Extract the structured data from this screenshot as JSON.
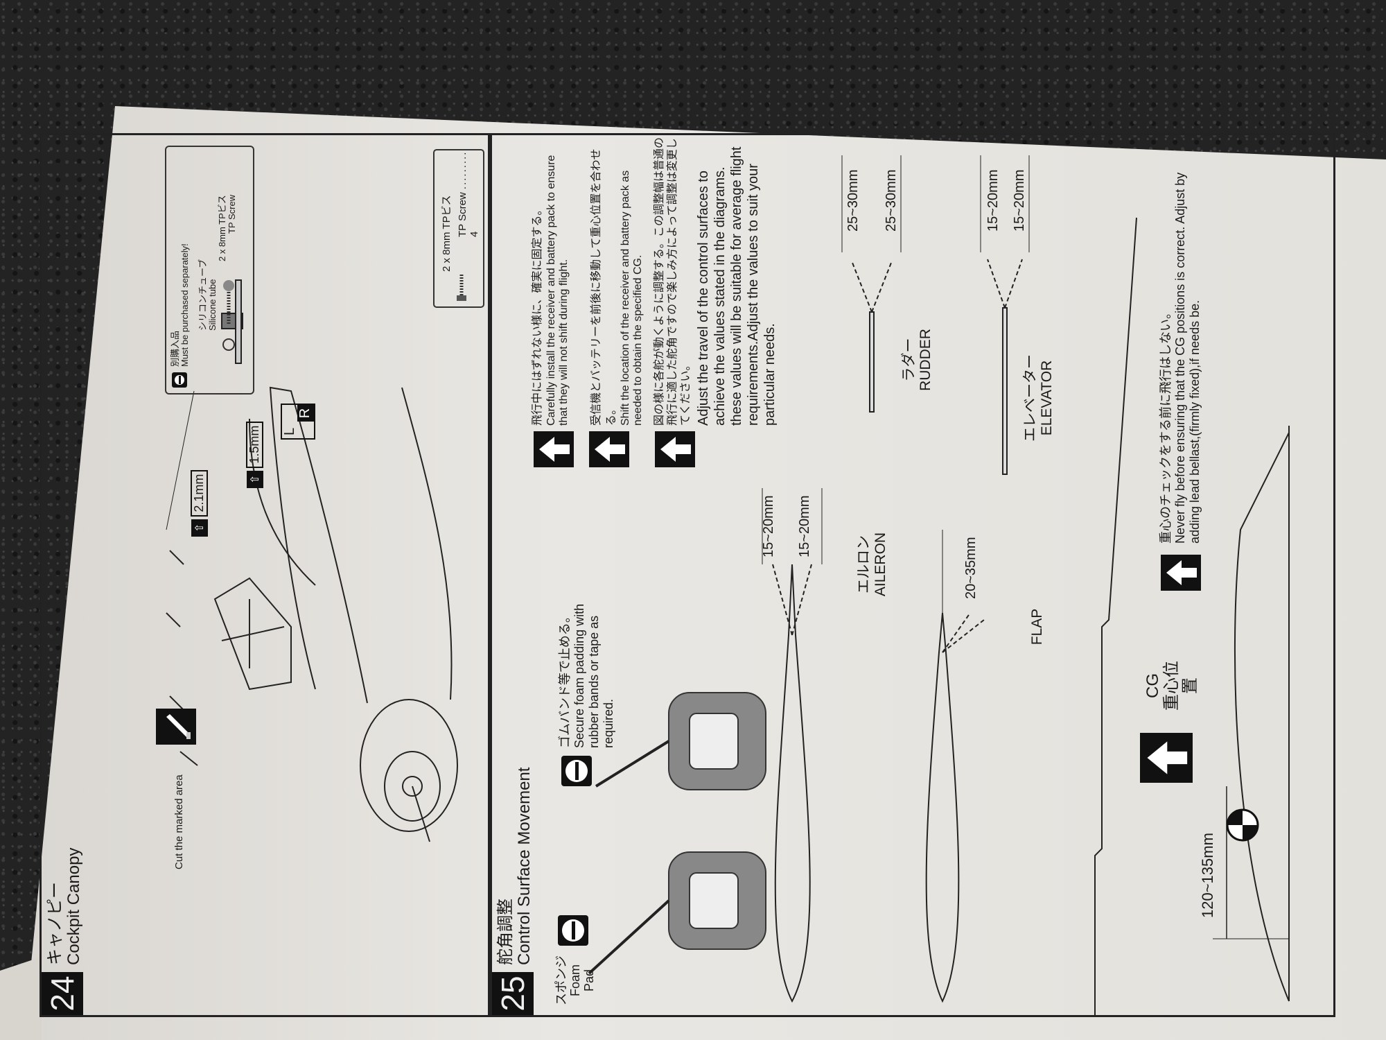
{
  "section24": {
    "number": "24",
    "title_jp": "キャノピー",
    "title_en": "Cockpit Canopy",
    "cut_label": "Cut the marked area",
    "dim_a": "2.1mm",
    "dim_b": "1.5mm",
    "lr_left": "L",
    "lr_right": "R",
    "callout": {
      "jp": "別購入品",
      "en": "Must be purchased separately!",
      "tube_jp": "シリコンチューブ",
      "tube_en": "Silicone tube",
      "screw_jp": "2 x 8mm TPビス",
      "screw_en": "TP Screw"
    },
    "screw_box": {
      "size": "2 x 8mm",
      "jp": "TPビス",
      "en": "TP Screw",
      "qty": "4"
    }
  },
  "section25": {
    "number": "25",
    "title_jp": "舵角調整",
    "title_en": "Control Surface Movement",
    "foam": {
      "jp": "スポンジ",
      "en": "Foam Pad"
    },
    "foam_note": {
      "jp": "ゴムバンド等で止める。",
      "en": "Secure foam padding with rubber bands or tape as required."
    },
    "instructions": [
      {
        "jp": "飛行中にはずれない様に、確実に固定する。",
        "en": "Carefully install the receiver and battery pack to ensure that they will not shift during flight."
      },
      {
        "jp": "受信機とバッテリーを前後に移動して重心位置を合わせる。",
        "en": "Shift the location of the receiver and battery pack as needed to obtain the specified CG."
      },
      {
        "jp": "図の様に各舵が動くように調整する。この調整幅は普通の飛行に適した舵角ですので楽しみ方によって調整は変更してください。",
        "en": "Adjust the travel of the control surfaces to achieve the values stated in the diagrams. these values will be suitable for average flight requirements.Adjust the values to suit your particular needs."
      }
    ],
    "aileron": {
      "jp": "エルロン",
      "en": "AILERON",
      "up": "15~20mm",
      "down": "15~20mm"
    },
    "flap": {
      "en": "FLAP",
      "travel": "20~35mm"
    },
    "rudder": {
      "jp": "ラダー",
      "en": "RUDDER",
      "left": "25~30mm",
      "right": "25~30mm"
    },
    "elevator": {
      "jp": "エレベーター",
      "en": "ELEVATOR",
      "up": "15~20mm",
      "down": "15~20mm"
    },
    "cg": {
      "label_en": "CG",
      "label_jp": "重心位置",
      "range": "120~135mm",
      "warning_jp": "重心のチェックをする前に飛行はしない。",
      "warning_en": "Never fly before ensuring that the CG positions is correct. Adjust by adding lead bellast,(firmly fixed),if needs be."
    }
  }
}
